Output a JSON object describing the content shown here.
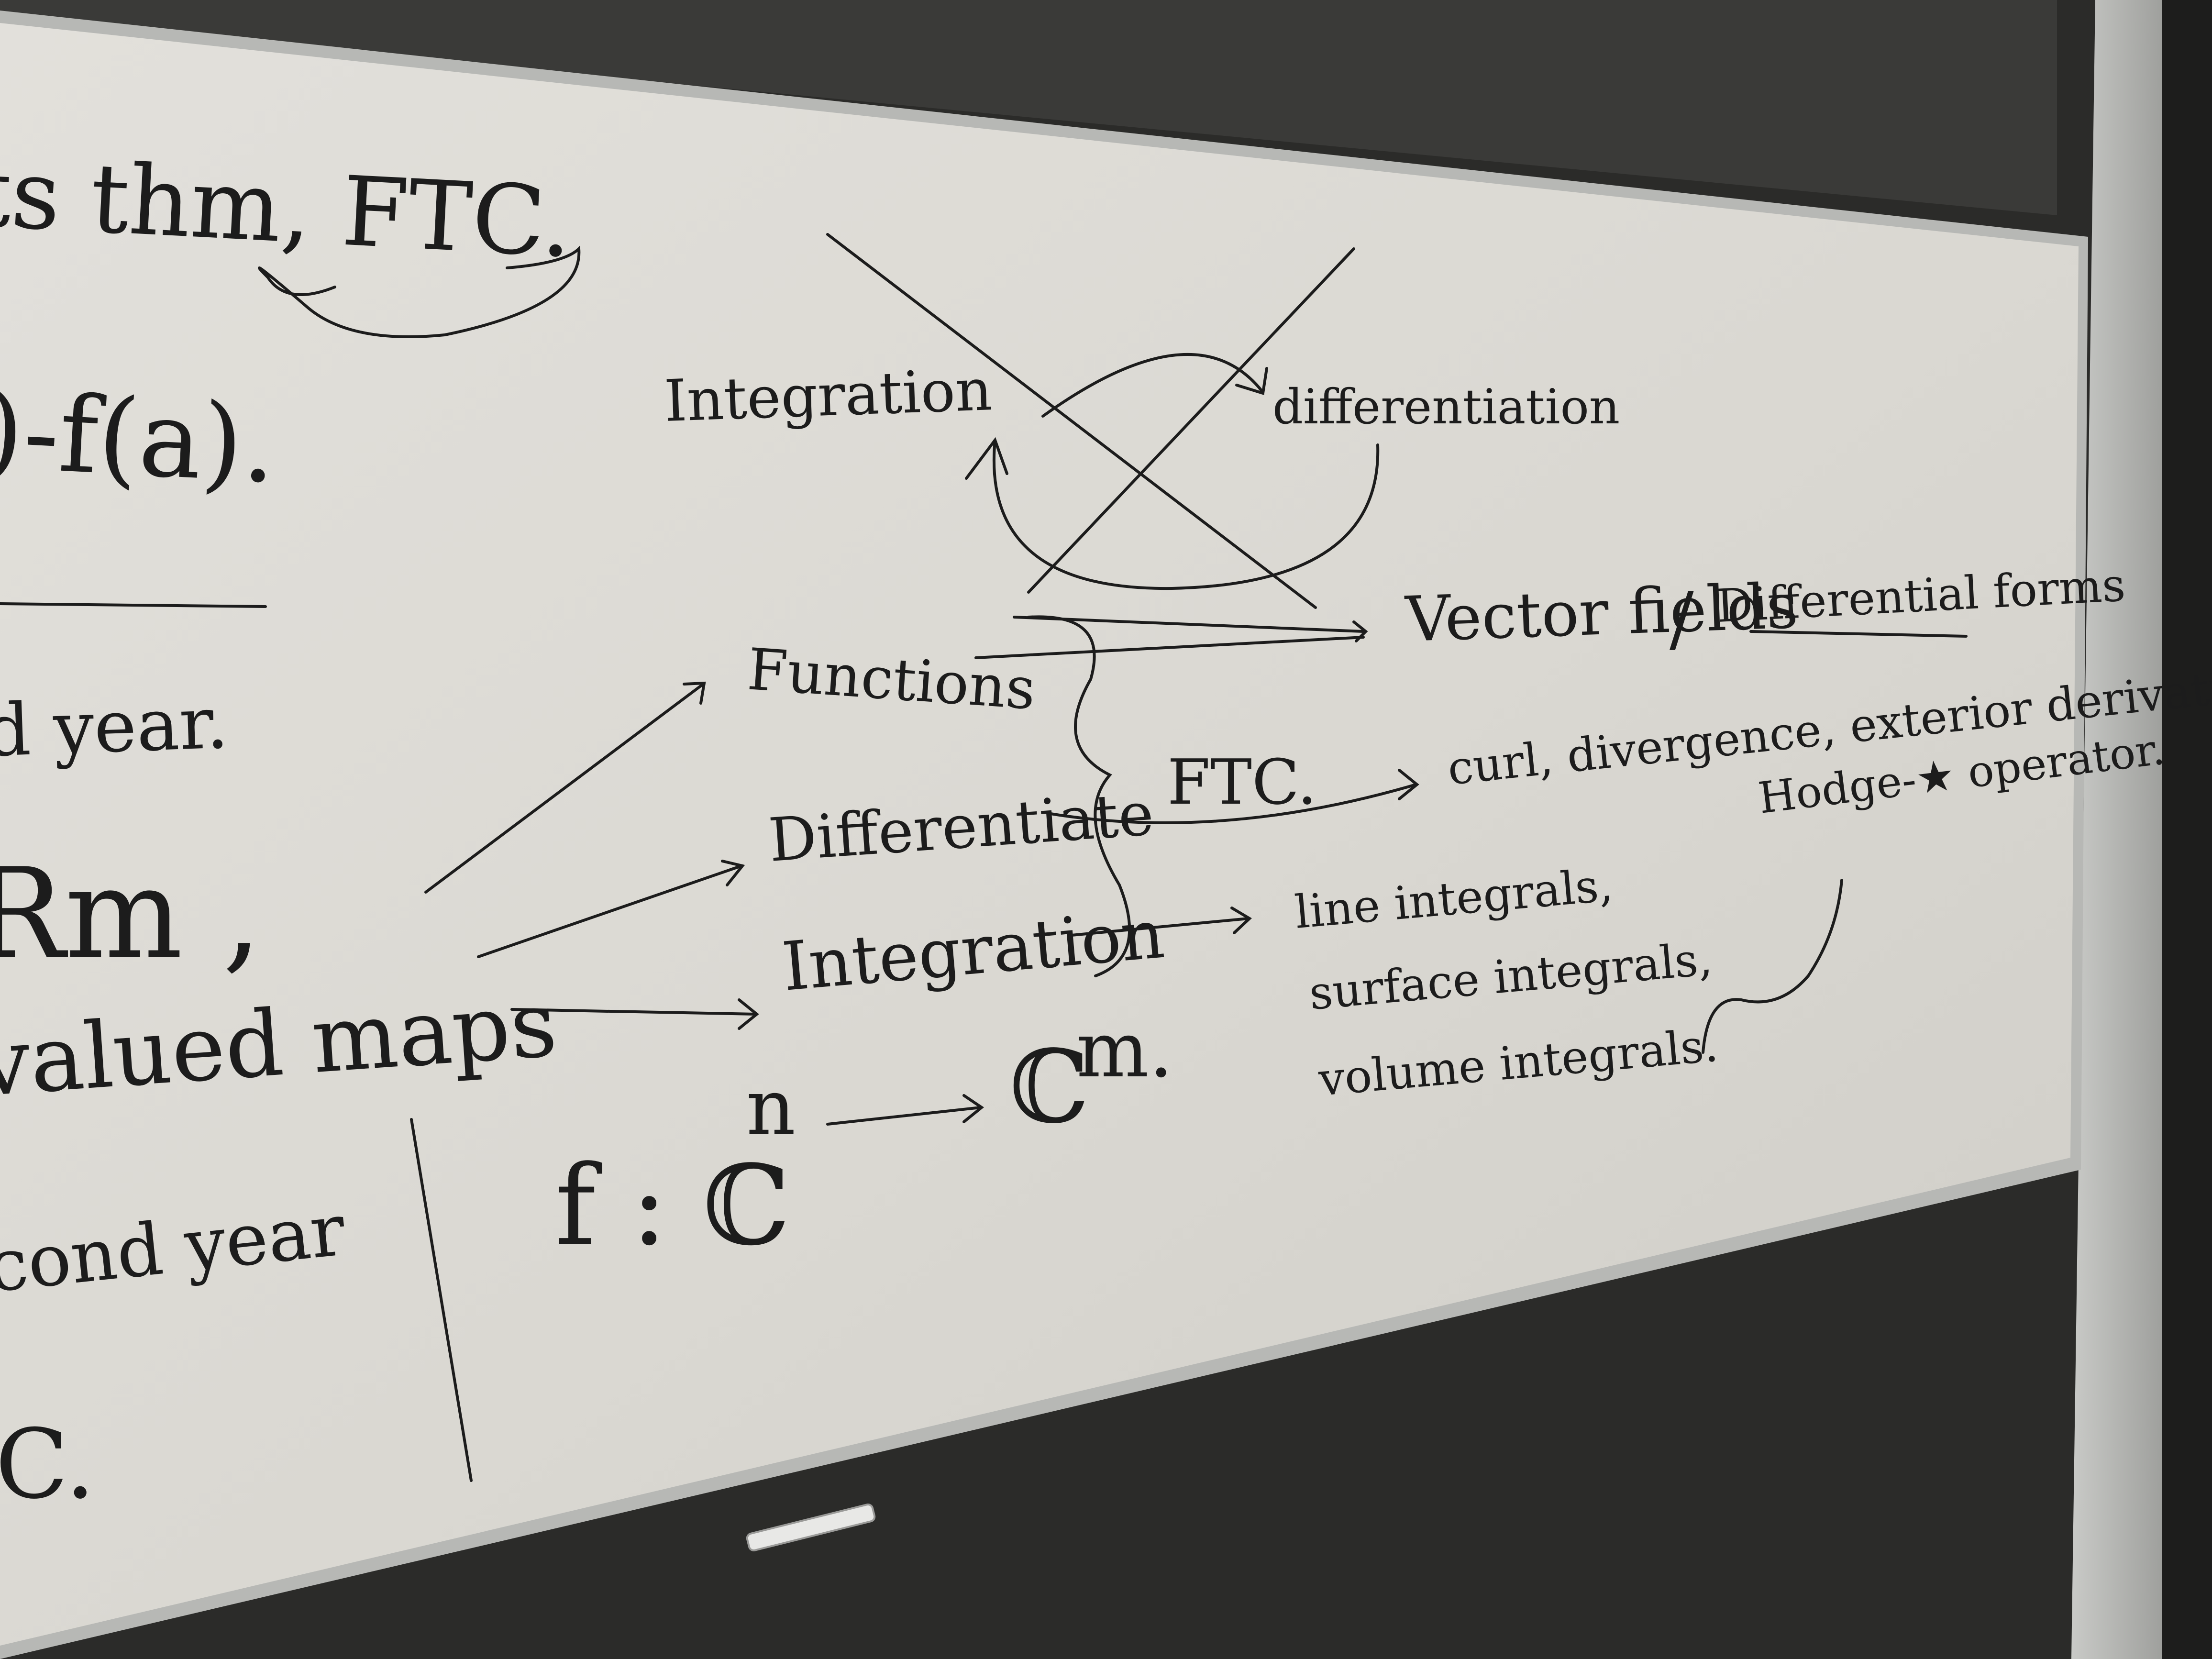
{
  "board": {
    "top_left": {
      "thm": "ts thm, FTC.",
      "formula": ")-f(a).",
      "year1": "d year.",
      "rm": "Rm ,",
      "valued_maps": "valued maps",
      "second_year": "cond year",
      "letter": "C."
    },
    "diagram": {
      "integration": "Integration",
      "differentiation": "differentiation",
      "vector_fields": "Vector fields",
      "separator": "/",
      "differential_forms": "Differential forms",
      "functions": "Functions",
      "differentiate": "Differentiate",
      "ftc": "FTC.",
      "integration2": "Integration",
      "operators": "curl, divergence, exterior derivative,",
      "hodge": "Hodge-★ operator.",
      "line": "line integrals,",
      "surface": "surface integrals,",
      "volume": "volume integrals.",
      "map_f": "f : ℂ",
      "map_n": "n",
      "map_c": "ℂ",
      "map_m": "m."
    }
  },
  "colors": {
    "board": "#d9d7d1",
    "ink": "#1c1c1c",
    "frame": "#b9bab7",
    "wall": "#2a2a28"
  }
}
